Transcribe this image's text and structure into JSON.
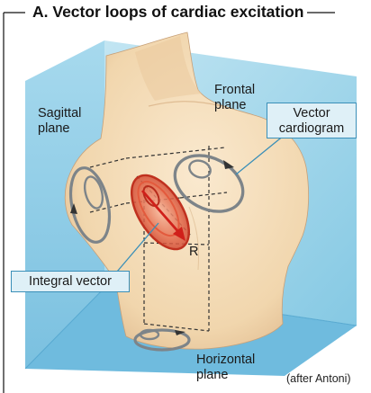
{
  "title": "A. Vector loops of cardiac excitation",
  "labels": {
    "frontal_plane": [
      "Frontal",
      "plane"
    ],
    "sagittal_plane": [
      "Sagittal",
      "plane"
    ],
    "vector_cardiogram": [
      "Vector",
      "cardiogram"
    ],
    "integral_vector": "Integral vector",
    "horizontal_plane": [
      "Horizontal",
      "plane"
    ],
    "r_marker": "R",
    "credit": "(after Antoni)"
  },
  "colors": {
    "plane_blue": "#a7d9ec",
    "torso_skin": "#f1d8b4",
    "loop_gray": "#8c9196",
    "heart_red": "#d9442f",
    "vector_arrow": "#d0201a",
    "callout_box": "#dff0f7"
  },
  "icons": [
    "heart-illustration",
    "vector-arrow-icon",
    "loop-direction-arrow-icon"
  ]
}
